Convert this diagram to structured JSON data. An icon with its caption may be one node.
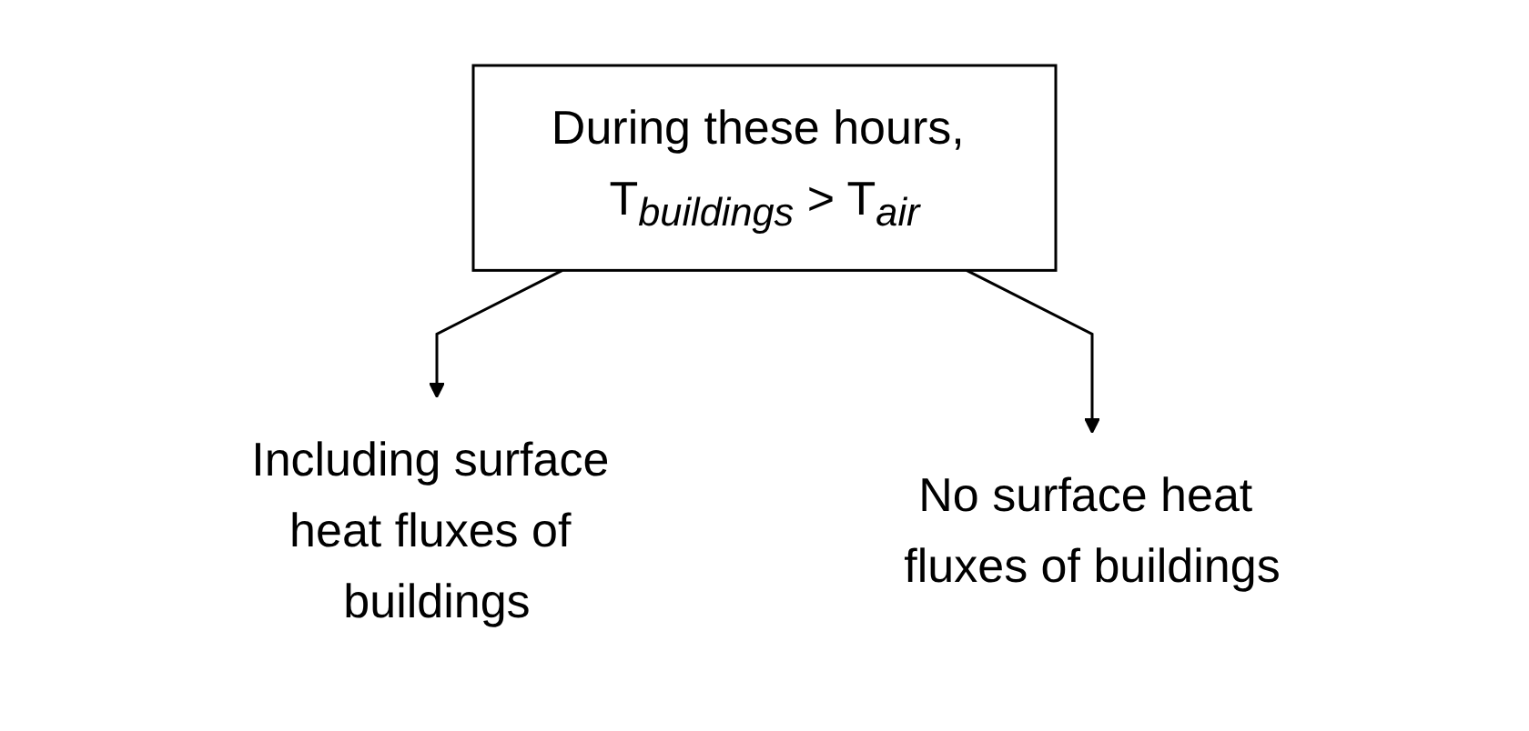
{
  "diagram": {
    "nodes": [
      {
        "text": [
          "During these hours, T$_{buildings}$ > T$_{air}$"
        ]
      },
      {
        "text": [
          "Including surface heat fluxes of buildings"
        ]
      },
      {
        "text": [
          "No surface heat fluxes of buildings"
        ]
      }
    ],
    "edges": [
      {
        "from": 0,
        "to": 1,
        "arrow": "to"
      },
      {
        "from": 0,
        "to": 2,
        "arrow": "to"
      }
    ]
  }
}
